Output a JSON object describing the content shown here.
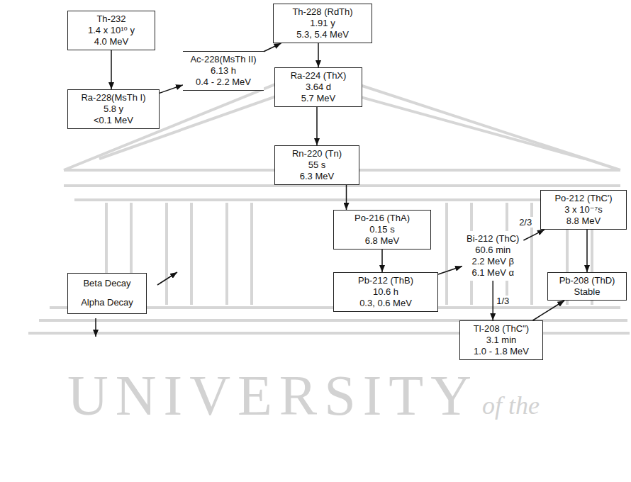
{
  "diagram": {
    "nodes": [
      {
        "text": [
          "Th-232",
          "1.4 x 10¹⁰ y",
          "4.0 MeV"
        ]
      },
      {
        "text": [
          "Th-228 (RdTh)",
          "1.91 y",
          "5.3, 5.4 MeV"
        ]
      },
      {
        "text": [
          "Ac-228(MsTh II)",
          "6.13 h",
          "0.4 - 2.2 MeV"
        ]
      },
      {
        "text": [
          "Ra-228(MsTh I)",
          "5.8 y",
          "<0.1 MeV"
        ]
      },
      {
        "text": [
          "Ra-224 (ThX)",
          "3.64 d",
          "5.7 MeV"
        ]
      },
      {
        "text": [
          "Rn-220 (Tn)",
          "55 s",
          "6.3 MeV"
        ]
      },
      {
        "text": [
          "Po-212 (ThC')",
          "3 x 10⁻⁷s",
          "8.8 MeV"
        ]
      },
      {
        "text": [
          "Po-216 (ThA)",
          "0.15 s",
          "6.8 MeV"
        ]
      },
      {
        "text": [
          "Bi-212 (ThC)",
          "60.6 min",
          "2.2 MeV β",
          "6.1 MeV α"
        ]
      },
      {
        "text": [
          "Pb-212 (ThB)",
          "10.6 h",
          "0.3, 0.6 MeV"
        ]
      },
      {
        "text": [
          "Pb-208 (ThD)",
          "Stable"
        ]
      },
      {
        "text": [
          "Tl-208 (ThC\")",
          "3.1 min",
          "1.0 - 1.8 MeV"
        ]
      }
    ],
    "edges": [
      {
        "from": 0,
        "to": 3,
        "arrow": "to"
      },
      {
        "from": 3,
        "to": 2,
        "arrow": "to"
      },
      {
        "from": 2,
        "to": 1,
        "arrow": "to"
      },
      {
        "from": 1,
        "to": 4,
        "arrow": "to"
      },
      {
        "from": 4,
        "to": 5,
        "arrow": "to"
      },
      {
        "from": 5,
        "to": 7,
        "arrow": "to"
      },
      {
        "from": 7,
        "to": 9,
        "arrow": "to"
      },
      {
        "from": 9,
        "to": 8,
        "arrow": "to"
      },
      {
        "from": 8,
        "to": 6,
        "label": "2/3",
        "arrow": "to"
      },
      {
        "from": 8,
        "to": 11,
        "label": "1/3",
        "arrow": "to"
      },
      {
        "from": 6,
        "to": 10,
        "arrow": "to"
      },
      {
        "from": 11,
        "to": 10,
        "arrow": "to"
      }
    ],
    "labels": [
      "UNIVERSITY",
      "of the"
    ],
    "legend": [
      {
        "text": "Beta Decay"
      },
      {
        "text": "Alpha Decay"
      }
    ]
  }
}
